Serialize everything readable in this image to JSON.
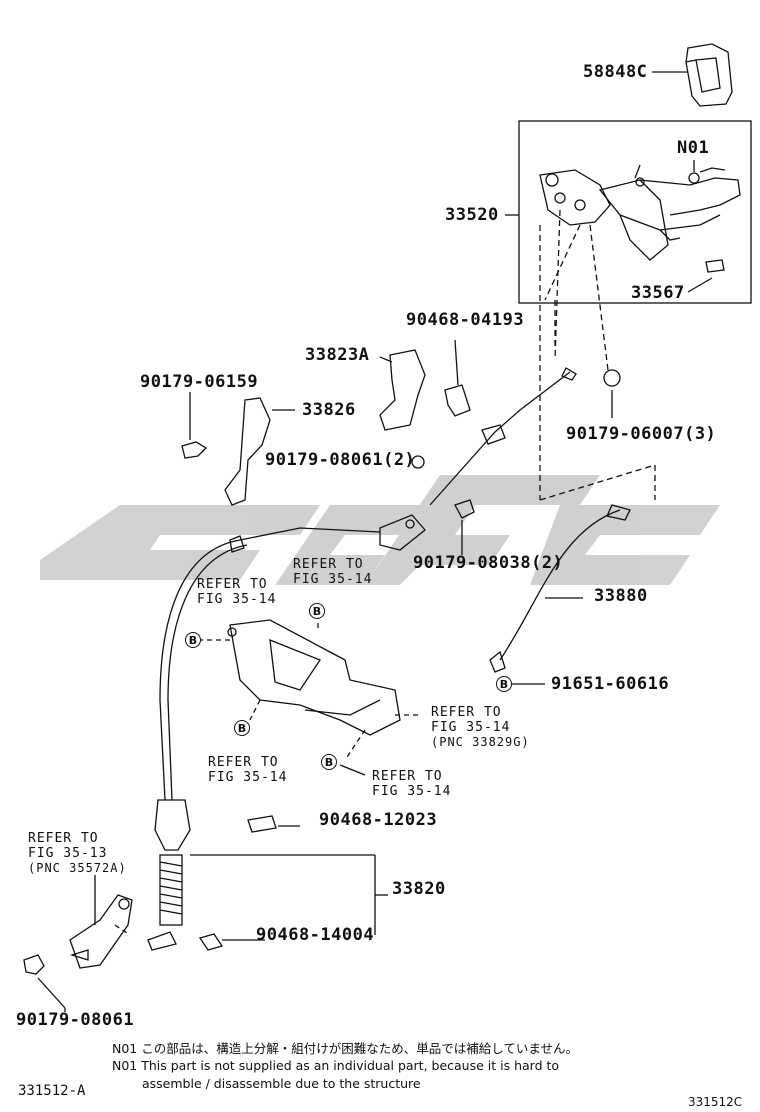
{
  "part_labels": {
    "p58848C": "58848C",
    "N01": "N01",
    "p33520": "33520",
    "p33567": "33567",
    "p90468_04193": "90468-04193",
    "p33823A": "33823A",
    "p90179_06159": "90179-06159",
    "p33826": "33826",
    "p90179_06007": "90179-06007(3)",
    "p90179_08061_2": "90179-08061(2)",
    "p90179_08038": "90179-08038(2)",
    "p33880": "33880",
    "p91651_60616": "91651-60616",
    "p90468_12023": "90468-12023",
    "p33820": "33820",
    "p90468_14004": "90468-14004",
    "p90179_08061": "90179-08061"
  },
  "references": {
    "r1": {
      "line1": "REFER TO",
      "line2": "FIG 35-14"
    },
    "r2": {
      "line1": "REFER TO",
      "line2": "FIG 35-14"
    },
    "r3": {
      "line1": "REFER TO",
      "line2": "FIG 35-14",
      "line3": "(PNC 33829G)"
    },
    "r4": {
      "line1": "REFER TO",
      "line2": "FIG 35-14"
    },
    "r5": {
      "line1": "REFER TO",
      "line2": "FIG 35-14"
    },
    "r6": {
      "line1": "REFER TO",
      "line2": "FIG 35-13",
      "line3": "(PNC 35572A)"
    }
  },
  "circle_marker": "B",
  "notes": {
    "jp": "N01  この部品は、構造上分解・組付けが困難なため、単品では補給していません。",
    "en1": "N01  This part is not supplied as an individual part, because it is hard to",
    "en2": "assemble / disassemble due to the structure"
  },
  "figure_codes": {
    "left": "331512-A",
    "right": "331512C"
  }
}
